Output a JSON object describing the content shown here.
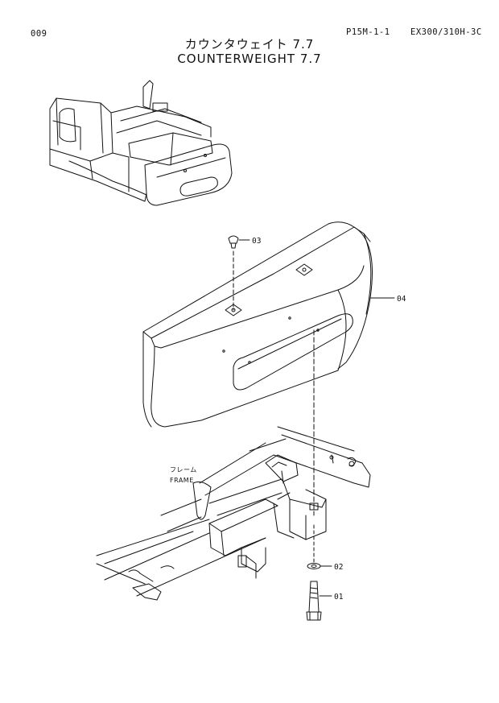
{
  "header": {
    "page_number": "009",
    "sheet_ref": "P15M-1-1",
    "model": "EX300/310H-3C"
  },
  "title": {
    "japanese": "カウンタウェイト 7.7",
    "english": "COUNTERWEIGHT 7.7"
  },
  "callouts": {
    "p01": "01",
    "p02": "02",
    "p03": "03",
    "p04": "04"
  },
  "frame_label": {
    "japanese": "フレーム",
    "english": "FRAME"
  }
}
